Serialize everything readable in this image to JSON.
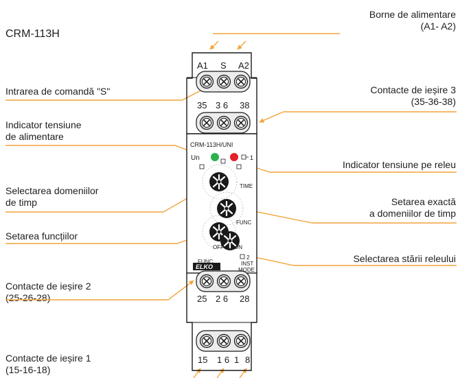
{
  "diagram": {
    "model_title": "CRM-113H",
    "device_label": "CRM-113H/UNI",
    "brand": "ELKO",
    "terminals": {
      "top_row": [
        "A1",
        "S",
        "A2"
      ],
      "second_row": [
        "35",
        "3 6",
        "38"
      ],
      "lower_row": [
        "25",
        "2 6",
        "28"
      ],
      "bottom_row": [
        "15",
        "1 6",
        "1",
        "8"
      ]
    },
    "indicators": {
      "un": "Un",
      "relay": "1"
    },
    "dial_texts": {
      "time": "TIME",
      "func": "FUNC",
      "off": "OFF",
      "on": "ON",
      "func2": "FUNC",
      "inst": "INST",
      "mode": "MODE",
      "relay2": "2"
    },
    "annotations": {
      "power_terminals": [
        "Borne de alimentare",
        "(A1- A2)"
      ],
      "control_input": "Intrarea de comandă \"S\"",
      "output3": [
        "Contacte de ieșire 3",
        "(35-36-38)"
      ],
      "supply_indicator": [
        "Indicator tensiune",
        "de alimentare"
      ],
      "relay_indicator": "Indicator tensiune pe releu",
      "time_range": [
        "Selectarea domeniilor",
        "de timp"
      ],
      "fine_set": [
        "Setarea exactă",
        "a domeniilor de timp"
      ],
      "functions": "Setarea funcțiilor",
      "relay_mode": "Selectarea stării releului",
      "output2": [
        "Contacte de ieșire 2",
        "(25-26-28)"
      ],
      "output1": [
        "Contacte de ieșire 1",
        "(15-16-18)"
      ]
    },
    "colors": {
      "arrow": "#f4a43a",
      "green_led": "#2bb24c",
      "red_led": "#e42026",
      "device_outline": "#1a1a1a",
      "terminal_fill": "#d8d8d8"
    }
  }
}
